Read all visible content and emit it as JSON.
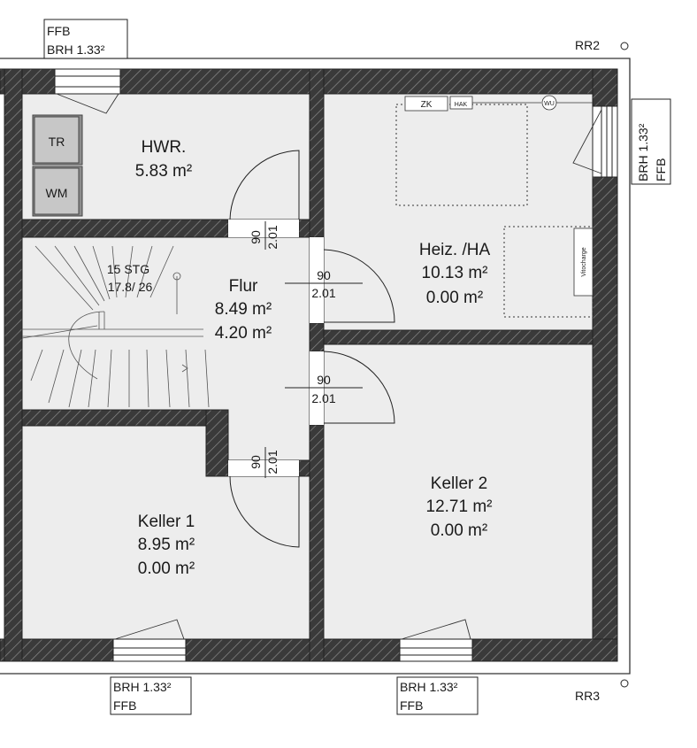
{
  "rooms": {
    "hwr": {
      "name": "HWR.",
      "area": "5.83 m²"
    },
    "flur": {
      "name": "Flur",
      "area": "8.49 m²",
      "area2": "4.20 m²"
    },
    "heiz": {
      "name": "Heiz. /HA",
      "area": "10.13 m²",
      "area2": "0.00 m²"
    },
    "keller1": {
      "name": "Keller 1",
      "area": "8.95 m²",
      "area2": "0.00 m²"
    },
    "keller2": {
      "name": "Keller 2",
      "area": "12.71 m²",
      "area2": "0.00 m²"
    }
  },
  "appliances": {
    "tr": "TR",
    "wm": "WM"
  },
  "stairs": {
    "steps": "15 STG",
    "ratio": "17.8/ 26"
  },
  "doors": {
    "hwr": {
      "width": "90",
      "height": "2.01"
    },
    "heiz": {
      "width": "90",
      "height": "2.01"
    },
    "keller2": {
      "width": "90",
      "height": "2.01"
    },
    "keller1": {
      "width": "90",
      "height": "2.01"
    }
  },
  "windows": {
    "top": {
      "line1": "FFB",
      "line2": "BRH 1.33²"
    },
    "right": {
      "line1": "BRH 1.33²",
      "line2": "FFB"
    },
    "bottom_left": {
      "line1": "BRH 1.33²",
      "line2": "FFB"
    },
    "bottom_right": {
      "line1": "BRH 1.33²",
      "line2": "FFB"
    }
  },
  "markers": {
    "rr2": "RR2",
    "rr3": "RR3"
  },
  "equipment": {
    "zk": "ZK",
    "hak": "HAK",
    "wu": "WU",
    "boiler": "Vitocharge"
  }
}
